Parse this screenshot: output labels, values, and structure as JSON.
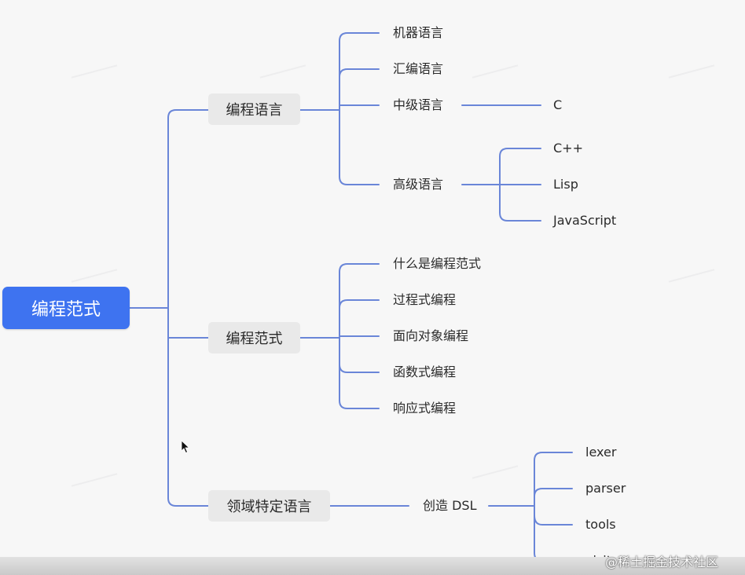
{
  "root": {
    "label": "编程范式"
  },
  "branches": {
    "languages": {
      "label": "编程语言",
      "children": {
        "machine": "机器语言",
        "assembly": "汇编语言",
        "middle": "中级语言",
        "middle_child": "C",
        "high": "高级语言",
        "high_children": [
          "C++",
          "Lisp",
          "JavaScript"
        ]
      }
    },
    "paradigms": {
      "label": "编程范式",
      "children": [
        "什么是编程范式",
        "过程式编程",
        "面向对象编程",
        "函数式编程",
        "响应式编程"
      ]
    },
    "dsl": {
      "label": "领域特定语言",
      "child": "创造 DSL",
      "dsl_children": [
        "lexer",
        "parser",
        "tools",
        "visitor"
      ]
    }
  },
  "credit": "@稀土掘金技术社区",
  "colors": {
    "connector": "#6a86d8",
    "root_bg": "#3e73f0",
    "node_bg": "#e9e9e9"
  }
}
